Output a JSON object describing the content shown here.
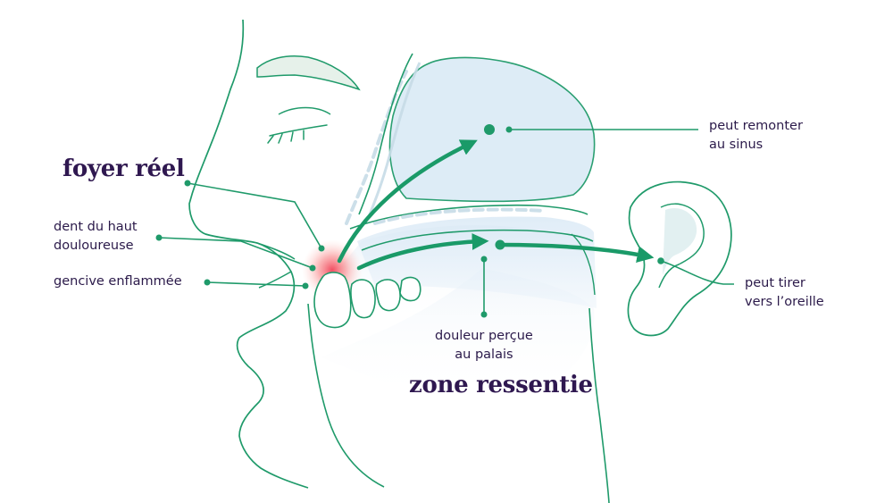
{
  "titles": {
    "source": "foyer réel",
    "felt": "zone ressentie"
  },
  "labels": {
    "tooth": [
      "dent du haut",
      "douloureuse"
    ],
    "gum": "gencive enflammée",
    "sinus": [
      "peut remonter",
      "au sinus"
    ],
    "palate": [
      "douleur perçue",
      "au palais"
    ],
    "ear": [
      "peut tirer",
      "vers l’oreille"
    ]
  },
  "colors": {
    "outline": "#1f9a6a",
    "arrow": "#1a9a68",
    "text": "#2b1a4a",
    "sinus_fill": "#dcebf6",
    "palate_fill": "#e3eef8",
    "pain": "#f26a6a"
  }
}
